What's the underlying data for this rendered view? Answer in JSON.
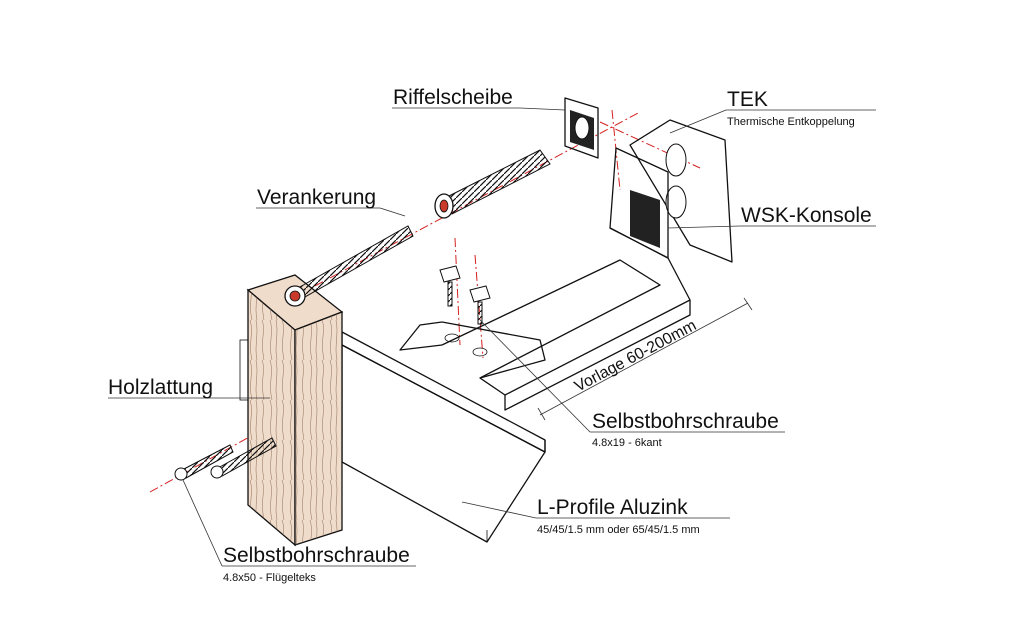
{
  "labels": {
    "riffelscheibe": "Riffelscheibe",
    "tek": "TEK",
    "tek_sub": "Thermische Entkoppelung",
    "verankerung": "Verankerung",
    "wsk_konsole": "WSK-Konsole",
    "holzlattung": "Holzlattung",
    "vorlage": "Vorlage 60-200mm",
    "selbstbohr1": "Selbstbohrschraube",
    "selbstbohr1_sub": "4.8x19 - 6kant",
    "l_profile": "L-Profile Aluzink",
    "l_profile_sub": "45/45/1.5 mm oder 65/45/1.5 mm",
    "selbstbohr2": "Selbstbohrschraube",
    "selbstbohr2_sub": "4.8x50 - Flügelteks"
  },
  "colors": {
    "wood": "#f0dccb",
    "axis": "#d42020",
    "line": "#111111"
  },
  "icons": {
    "wood_batten": "holzlattung-icon",
    "bracket": "wsk-konsole-icon",
    "anchor": "verankerung-icon",
    "washer": "riffelscheibe-icon",
    "pad": "tek-pad-icon"
  }
}
